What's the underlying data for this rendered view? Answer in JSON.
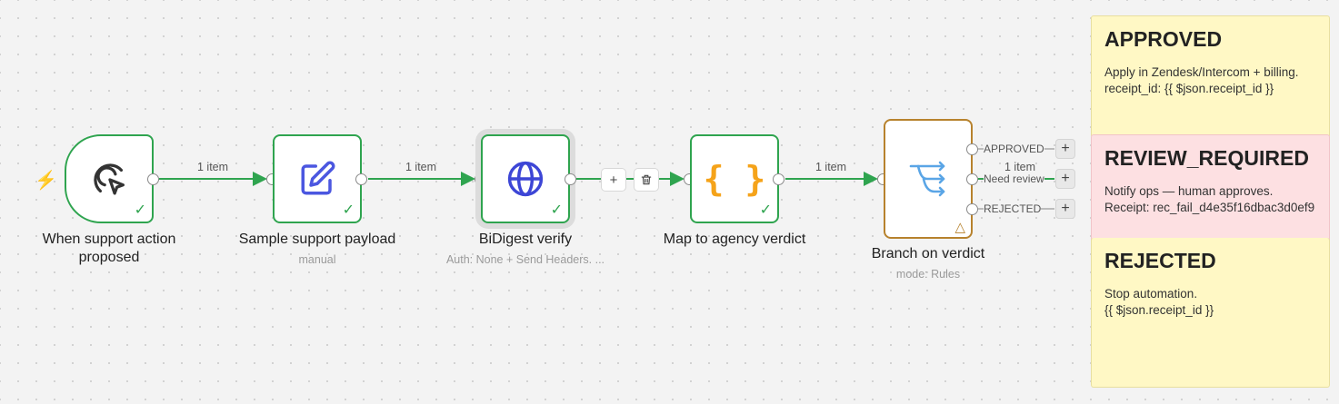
{
  "nodes": {
    "trigger": {
      "title": "When support action proposed",
      "icon": "cursor-click-icon"
    },
    "sample": {
      "title": "Sample support payload",
      "subtitle": "manual",
      "icon": "edit-icon"
    },
    "verify": {
      "title": "BiDigest verify",
      "subtitle": "Auth: None + Send Headers. ...",
      "icon": "globe-icon"
    },
    "map": {
      "title": "Map to agency verdict",
      "icon": "braces-icon"
    },
    "branch": {
      "title": "Branch on verdict",
      "subtitle": "mode: Rules",
      "icon": "switch-icon"
    }
  },
  "edges": {
    "e1_label": "1 item",
    "e2_label": "1 item",
    "e4_label": "1 item",
    "e5_label": "1 item"
  },
  "branch_outputs": [
    "APPROVED",
    "Need review",
    "REJECTED"
  ],
  "buttons": {
    "add": "+",
    "delete_icon": "trash-icon"
  },
  "stickies": {
    "approved": {
      "title": "APPROVED",
      "line1": "Apply in Zendesk/Intercom + billing.",
      "line2": "receipt_id: {{ $json.receipt_id }}"
    },
    "review": {
      "title": "REVIEW_REQUIRED",
      "line1": "Notify ops — human approves. Receipt: rec_fail_d4e35f16dbac3d0ef9"
    },
    "rejected": {
      "title": "REJECTED",
      "line1": "Stop automation.",
      "line2": "{{ $json.receipt_id }}"
    }
  },
  "colors": {
    "success": "#2fa44f",
    "switch": "#b7822d",
    "edit": "#4b57e0",
    "globe": "#3d46d6",
    "braces": "#f5a31a",
    "switch_icon": "#5aa5e6",
    "trigger_bolt": "#f26522",
    "sticky_yellow": "#fff8c5",
    "sticky_red": "#fde0e2"
  }
}
